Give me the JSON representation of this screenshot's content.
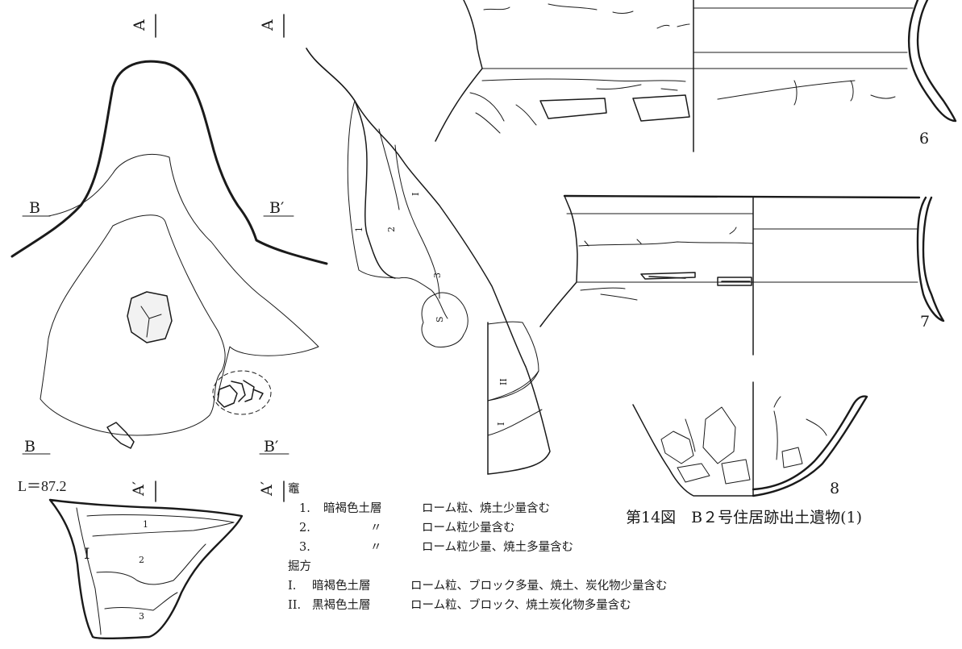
{
  "section_labels": {
    "a_top": "A",
    "a_top_right": "A",
    "a_prime_bottom": "A′",
    "a_prime_right": "A′",
    "b_left_upper": "B",
    "b_prime_upper": "B′",
    "b_left_lower": "B",
    "b_prime_lower": "B′"
  },
  "elevation": "L＝87.2",
  "layer_numbers": {
    "profile_1": "1",
    "profile_2": "2",
    "profile_3": "3",
    "profile_s": "S",
    "profile_roman_i_upper": "I",
    "profile_roman_ii": "II",
    "profile_roman_i_lower": "I",
    "section_1": "1",
    "section_2": "2",
    "section_3": "3",
    "section_roman_i": "I"
  },
  "artifact_numbers": {
    "n6": "6",
    "n7": "7",
    "n8": "8"
  },
  "caption": "第14図　B２号住居跡出土遺物(1)",
  "legend": {
    "heading": "竈",
    "rows": [
      {
        "num": "1.",
        "name": "暗褐色土層",
        "desc": "ローム粒、焼土少量含む"
      },
      {
        "num": "2.",
        "name": "〃",
        "desc": "ローム粒少量含む"
      },
      {
        "num": "3.",
        "name": "〃",
        "desc": "ローム粒少量、焼土多量含む"
      }
    ],
    "subheading": "掘方",
    "rows2": [
      {
        "num": "I.",
        "name": "暗褐色土層",
        "desc": "ローム粒、ブロック多量、焼土、炭化物少量含む"
      },
      {
        "num": "II.",
        "name": "黒褐色土層",
        "desc": "ローム粒、ブロック、焼土炭化物多量含む"
      }
    ]
  }
}
